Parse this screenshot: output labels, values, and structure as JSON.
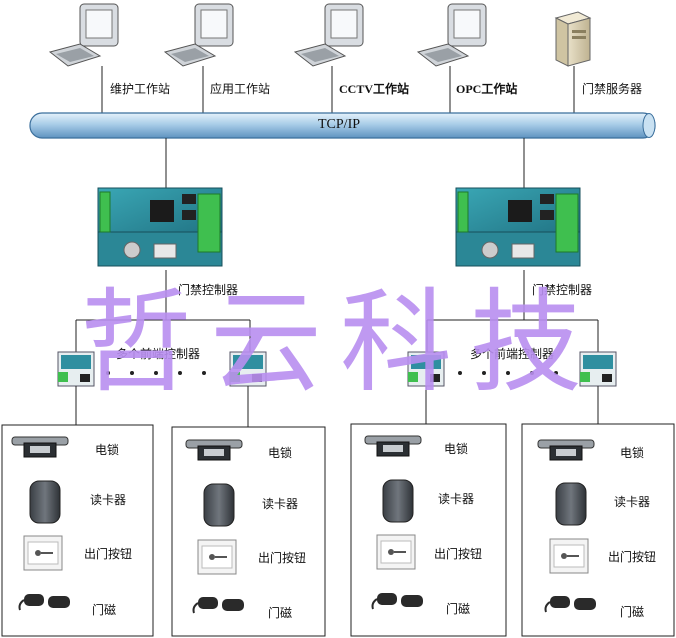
{
  "network": {
    "bus_label": "TCP/IP",
    "workstations": [
      {
        "label": "维护工作站",
        "icon": "computer-icon"
      },
      {
        "label": "应用工作站",
        "icon": "computer-icon"
      },
      {
        "label": "CCTV工作站",
        "icon": "computer-icon"
      },
      {
        "label": "OPC工作站",
        "icon": "computer-icon"
      },
      {
        "label": "门禁服务器",
        "icon": "server-icon"
      }
    ]
  },
  "controllers": {
    "left": {
      "label": "门禁控制器",
      "sub_label": "多个前端控制器"
    },
    "right": {
      "label": "门禁控制器",
      "sub_label": "多个前端控制器"
    }
  },
  "device_groups": [
    {
      "items": [
        "电锁",
        "读卡器",
        "出门按钮",
        "门磁"
      ]
    },
    {
      "items": [
        "电锁",
        "读卡器",
        "出门按钮",
        "门磁"
      ]
    },
    {
      "items": [
        "电锁",
        "读卡器",
        "出门按钮",
        "门磁"
      ]
    },
    {
      "items": [
        "电锁",
        "读卡器",
        "出门按钮",
        "门磁"
      ]
    }
  ],
  "watermark": "哲云科技",
  "colors": {
    "bus": "#a9cde8",
    "board": "#2f8fa0",
    "watermark": "#b98ff0"
  }
}
